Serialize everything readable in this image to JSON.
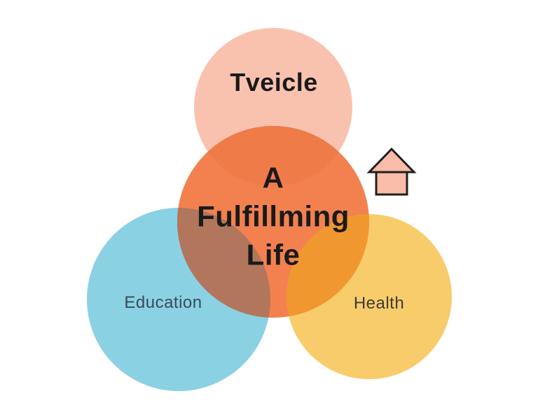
{
  "labels": {
    "top": "Tveicle",
    "center": "A\nFulfillming\nLife",
    "left": "Education",
    "right": "Health"
  },
  "colors": {
    "background": "#FFFFFF",
    "top_circle": "#F9C2AF",
    "left_circle": "#8BD1E4",
    "right_circle": "#F8CC6B",
    "center_circle": "#F2814F",
    "overlap_top_center": "#EF7B49",
    "overlap_left_center": "#B1765C",
    "overlap_right_center": "#F0982F",
    "heading_text": "#1A1A1A",
    "left_label_text": "#3A4A57",
    "right_label_text": "#3F3B35",
    "house_fill": "#F8BCA8",
    "house_stroke": "#1F1F1F"
  },
  "icons": {
    "decoration_right": "home-icon"
  }
}
